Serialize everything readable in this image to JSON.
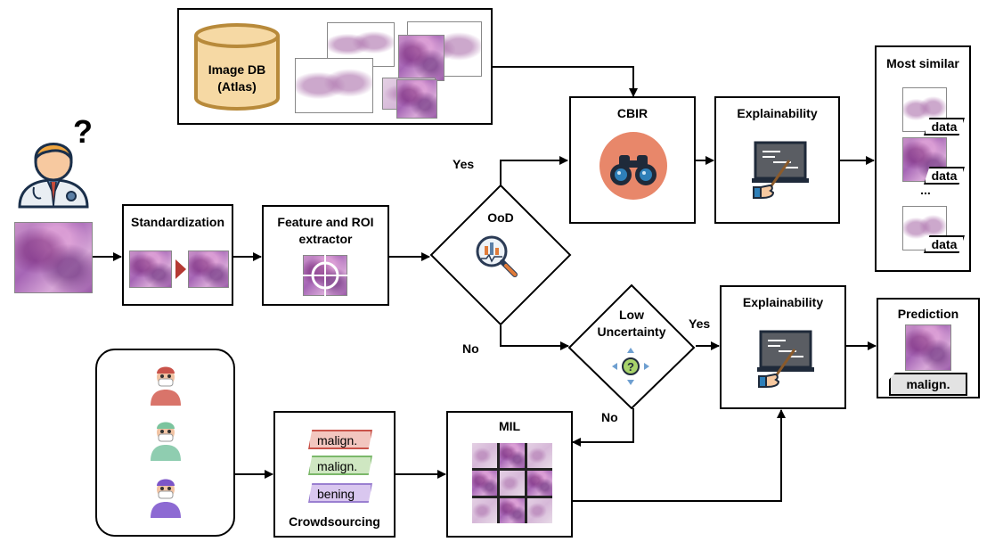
{
  "image_db": {
    "label_line1": "Image DB",
    "label_line2": "(Atlas)"
  },
  "standardization": {
    "label": "Standardization"
  },
  "feature_extractor": {
    "label_line1": "Feature and ROI",
    "label_line2": "extractor"
  },
  "ood": {
    "label": "OoD",
    "yes": "Yes",
    "no": "No"
  },
  "cbir": {
    "label": "CBIR"
  },
  "explainability_top": {
    "label": "Explainability"
  },
  "most_similar": {
    "label": "Most similar",
    "tags": [
      "data",
      "data",
      "data"
    ],
    "ellipsis": "..."
  },
  "low_uncertainty": {
    "label_line1": "Low",
    "label_line2": "Uncertainty",
    "yes": "Yes",
    "no": "No"
  },
  "explainability_bottom": {
    "label": "Explainability"
  },
  "prediction": {
    "label": "Prediction",
    "tag": "malign."
  },
  "mil": {
    "label": "MIL"
  },
  "crowdsourcing": {
    "label": "Crowdsourcing",
    "tags": [
      "malign.",
      "malign.",
      "bening"
    ]
  },
  "colors": {
    "cbir_circle": "#e8876a",
    "database": "#f6d9a4",
    "database_stroke": "#b88a3a",
    "tag_red": "#f2c6bf",
    "tag_green": "#cfe7c2",
    "tag_purple": "#d9c7ef"
  }
}
